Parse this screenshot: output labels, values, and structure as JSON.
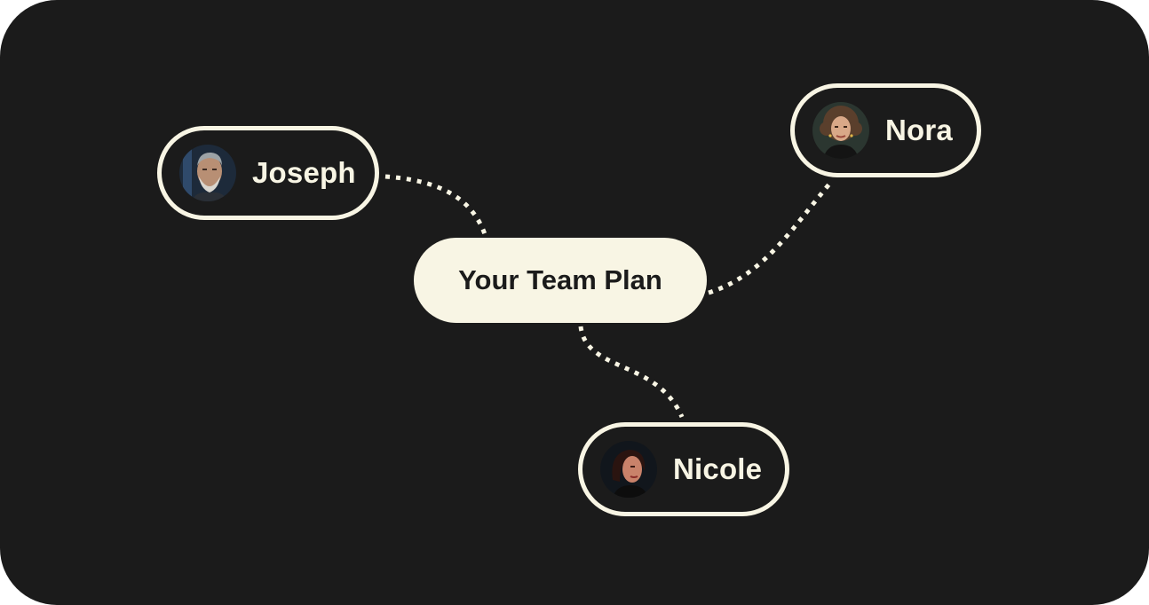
{
  "center": {
    "label": "Your Team Plan"
  },
  "members": [
    {
      "name": "Joseph",
      "avatar_icon": "older-man-portrait"
    },
    {
      "name": "Nora",
      "avatar_icon": "curly-hair-woman-portrait"
    },
    {
      "name": "Nicole",
      "avatar_icon": "woman-profile-portrait"
    }
  ],
  "colors": {
    "background": "#1b1b1b",
    "accent": "#f8f5e4"
  }
}
